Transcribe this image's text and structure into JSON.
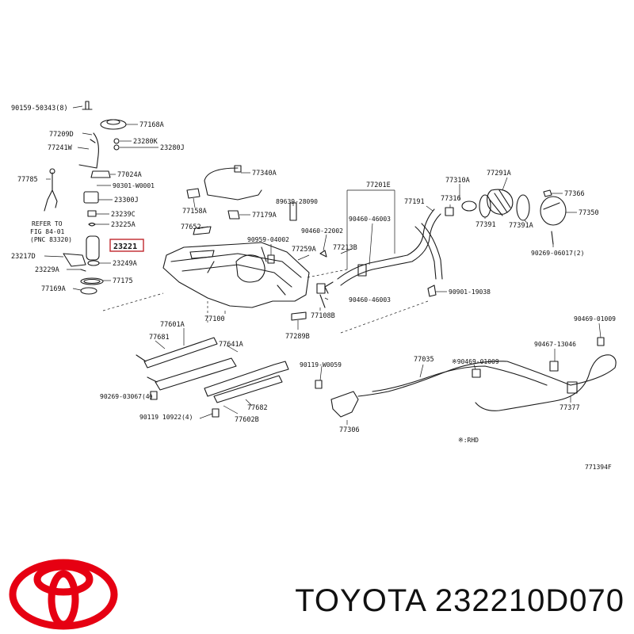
{
  "diagram": {
    "labels": [
      {
        "id": "90159-50343",
        "text": "90159-50343(8)"
      },
      {
        "id": "77168A",
        "text": "77168A"
      },
      {
        "id": "77209D",
        "text": "77209D"
      },
      {
        "id": "23280K",
        "text": "23280K"
      },
      {
        "id": "23280J",
        "text": "23280J"
      },
      {
        "id": "77241W",
        "text": "77241W"
      },
      {
        "id": "77785",
        "text": "77785"
      },
      {
        "id": "77024A",
        "text": "77024A"
      },
      {
        "id": "90301-W0001",
        "text": "90301-W0001"
      },
      {
        "id": "23300J",
        "text": "23300J"
      },
      {
        "id": "23239C",
        "text": "23239C"
      },
      {
        "id": "23225A",
        "text": "23225A"
      },
      {
        "id": "23217D",
        "text": "23217D"
      },
      {
        "id": "23249A",
        "text": "23249A"
      },
      {
        "id": "23229A",
        "text": "23229A"
      },
      {
        "id": "77175",
        "text": "77175"
      },
      {
        "id": "77169A",
        "text": "77169A"
      },
      {
        "id": "77340A",
        "text": "77340A"
      },
      {
        "id": "77158A",
        "text": "77158A"
      },
      {
        "id": "89639-28090",
        "text": "89639-28090"
      },
      {
        "id": "77179A",
        "text": "77179A"
      },
      {
        "id": "77652",
        "text": "77652"
      },
      {
        "id": "90460-22002",
        "text": "90460-22002"
      },
      {
        "id": "90959-04002",
        "text": "90959-04002"
      },
      {
        "id": "77259A",
        "text": "77259A"
      },
      {
        "id": "77213B",
        "text": "77213B"
      },
      {
        "id": "77201E",
        "text": "77201E"
      },
      {
        "id": "90460-46003",
        "text": "90460-46003"
      },
      {
        "id": "77191",
        "text": "77191"
      },
      {
        "id": "77310A",
        "text": "77310A"
      },
      {
        "id": "77291A",
        "text": "77291A"
      },
      {
        "id": "77316",
        "text": "77316"
      },
      {
        "id": "77366",
        "text": "77366"
      },
      {
        "id": "77391",
        "text": "77391"
      },
      {
        "id": "77391A",
        "text": "77391A"
      },
      {
        "id": "77350",
        "text": "77350"
      },
      {
        "id": "90269-06017",
        "text": "90269-06017(2)"
      },
      {
        "id": "77100",
        "text": "77100"
      },
      {
        "id": "77108B",
        "text": "77108B"
      },
      {
        "id": "90460-46003b",
        "text": "90460-46003"
      },
      {
        "id": "90901-19038",
        "text": "90901-19038"
      },
      {
        "id": "77289B",
        "text": "77289B"
      },
      {
        "id": "77601A",
        "text": "77601A"
      },
      {
        "id": "77681",
        "text": "77681"
      },
      {
        "id": "77641A",
        "text": "77641A"
      },
      {
        "id": "90269-03067",
        "text": "90269-03067(4)"
      },
      {
        "id": "90119-10922",
        "text": "90119 10922(4)"
      },
      {
        "id": "77682",
        "text": "77682"
      },
      {
        "id": "77602B",
        "text": "77602B"
      },
      {
        "id": "90119-W0059",
        "text": "90119-W0059"
      },
      {
        "id": "77306",
        "text": "77306"
      },
      {
        "id": "77035",
        "text": "77035"
      },
      {
        "id": "90469-01009a",
        "text": "※90469-01009"
      },
      {
        "id": "90469-01009b",
        "text": "90469-01009"
      },
      {
        "id": "90467-13046",
        "text": "90467-13046"
      },
      {
        "id": "77377",
        "text": "77377"
      }
    ],
    "highlighted_part": "23221",
    "refer_note": [
      "REFER TO",
      "FIG 84-01",
      "(PNC 83320)"
    ],
    "rhd_note": "※:RHD",
    "figure_code": "771394F"
  },
  "footer": {
    "brand": "TOYOTA",
    "part_number": "232210D070",
    "caption": "TOYOTA 232210D070",
    "logo": "toyota-logo",
    "logo_color": "#e60012"
  }
}
